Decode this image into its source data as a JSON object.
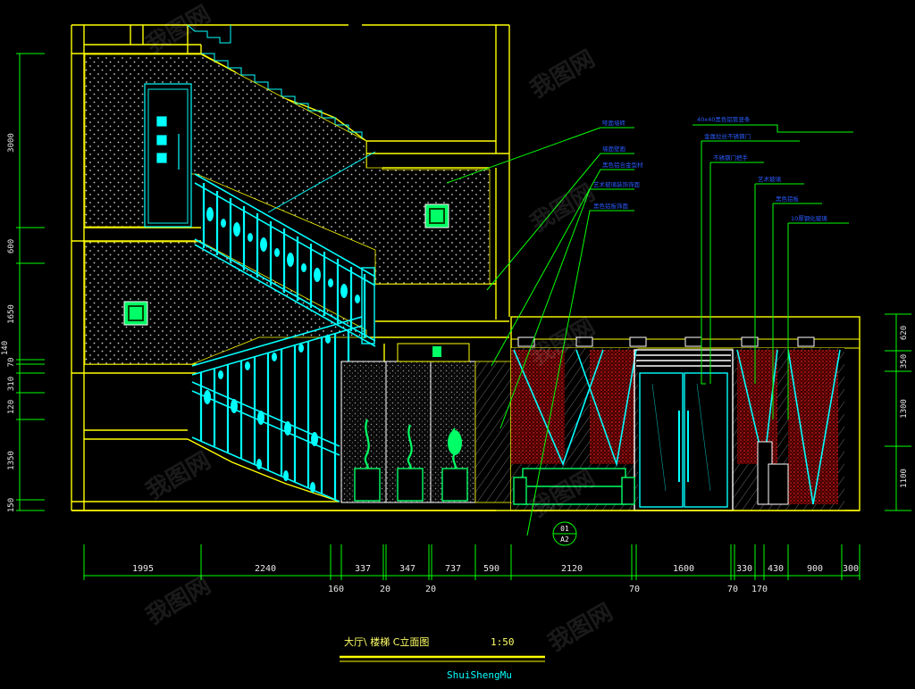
{
  "drawing": {
    "title": "大厅\\ 楼梯  C立面图",
    "scale": "1:50",
    "author": "ShuiShengMu",
    "section_tag_top": "01",
    "section_tag_bottom": "A2"
  },
  "dimensions": {
    "bottom_main": [
      "1995",
      "2240",
      "337",
      "347",
      "737",
      "590",
      "2120",
      "1600",
      "330",
      "430",
      "900",
      "300"
    ],
    "bottom_sub": [
      "160",
      "20",
      "20",
      "70",
      "70",
      "170"
    ],
    "left": [
      "3000",
      "600",
      "1650",
      "70",
      "140",
      "310",
      "120",
      "1350",
      "150"
    ],
    "right": [
      "620",
      "350",
      "1300",
      "1100"
    ]
  },
  "annotations": [
    "哑面墙砖",
    "墙面壁画",
    "黑色铝合金型材",
    "艺术玻璃装饰饰面",
    "黑色铝板饰面",
    "40x40黑色铝管竖条",
    "金属拉丝不锈钢门",
    "不锈钢门把手",
    "艺术玻璃",
    "黑色铝板",
    "10厚钢化玻璃"
  ],
  "watermark": "我图网",
  "colors": {
    "background": "#000000",
    "structure": "#ffff00",
    "railing": "#00ffff",
    "dimension": "#00ff00",
    "annotation_text": "#2a5cff",
    "hatch_accent": "#ff2020"
  }
}
